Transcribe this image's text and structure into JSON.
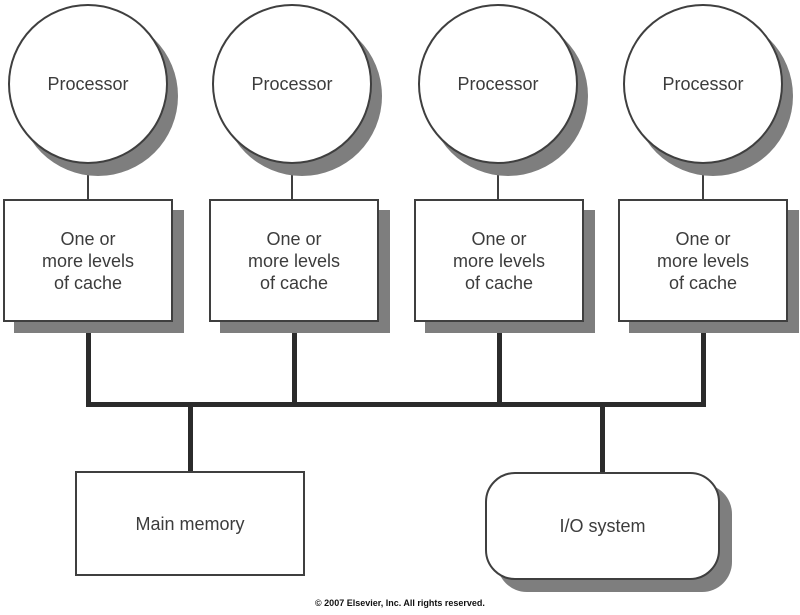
{
  "diagram": {
    "type": "multiprocessor-shared-bus-architecture",
    "nodes": {
      "processors": [
        {
          "label": "Processor"
        },
        {
          "label": "Processor"
        },
        {
          "label": "Processor"
        },
        {
          "label": "Processor"
        }
      ],
      "caches": [
        {
          "label": "One or\nmore levels\nof cache"
        },
        {
          "label": "One or\nmore levels\nof cache"
        },
        {
          "label": "One or\nmore levels\nof cache"
        },
        {
          "label": "One or\nmore levels\nof cache"
        }
      ],
      "main_memory": {
        "label": "Main memory"
      },
      "io_system": {
        "label": "I/O system"
      }
    },
    "connections": [
      "processor-1 to cache-1",
      "processor-2 to cache-2",
      "processor-3 to cache-3",
      "processor-4 to cache-4",
      "cache-1 to shared-bus",
      "cache-2 to shared-bus",
      "cache-3 to shared-bus",
      "cache-4 to shared-bus",
      "shared-bus to main-memory",
      "shared-bus to io-system"
    ],
    "colors": {
      "stroke": "#3f3f3f",
      "bus_line": "#2b2b2b",
      "shadow": "#7e7e7e",
      "text": "#3c3c3c",
      "background": "#ffffff"
    }
  },
  "footer": {
    "copyright": "© 2007 Elsevier, Inc. All rights reserved."
  }
}
